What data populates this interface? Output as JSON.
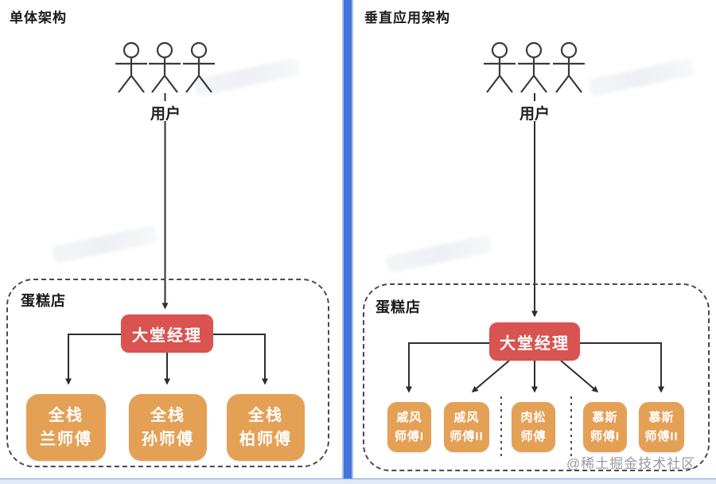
{
  "left_panel": {
    "title": "单体架构",
    "users_label": "用户",
    "container_label": "蛋糕店",
    "manager_label": "大堂经理",
    "workers": [
      {
        "line1": "全栈",
        "line2": "兰师傅"
      },
      {
        "line1": "全栈",
        "line2": "孙师傅"
      },
      {
        "line1": "全栈",
        "line2": "柏师傅"
      }
    ]
  },
  "right_panel": {
    "title": "垂直应用架构",
    "users_label": "用户",
    "container_label": "蛋糕店",
    "manager_label": "大堂经理",
    "workers": [
      {
        "line1": "戚风",
        "line2": "师傅I"
      },
      {
        "line1": "戚风",
        "line2": "师傅II"
      },
      {
        "line1": "肉松",
        "line2": "师傅"
      },
      {
        "line1": "慕斯",
        "line2": "师傅I"
      },
      {
        "line1": "慕斯",
        "line2": "师傅II"
      }
    ]
  },
  "watermark_text": "@稀土掘金技术社区",
  "colors": {
    "manager_red": "#d95350",
    "worker_orange": "#e4a156",
    "divider_blue": "#4673d9",
    "line_dark": "#333333"
  }
}
